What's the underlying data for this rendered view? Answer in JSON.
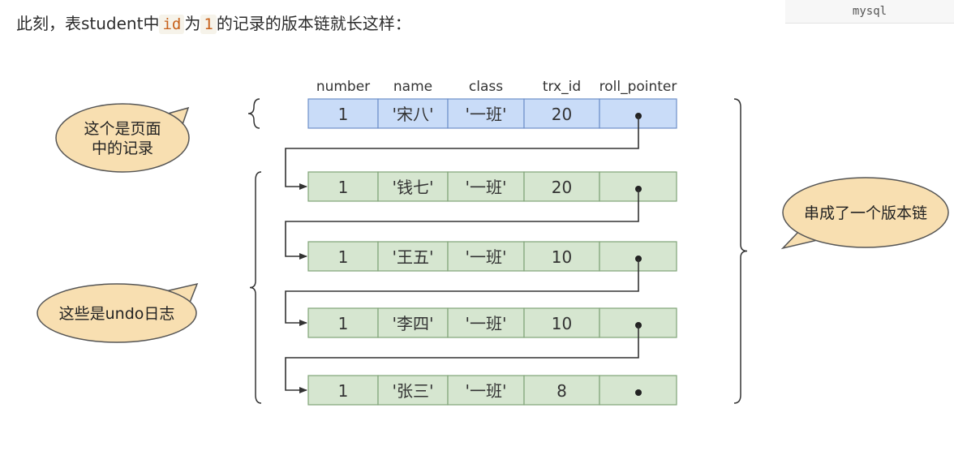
{
  "code_lang": "mysql",
  "heading": {
    "part1": "此刻，表student中",
    "code1": "id",
    "part2": "为",
    "code2": "1",
    "part3": "的记录的版本链就长这样："
  },
  "columns": [
    "number",
    "name",
    "class",
    "trx_id",
    "roll_pointer"
  ],
  "rows": [
    {
      "number": "1",
      "name": "'宋八'",
      "class": "'一班'",
      "trx_id": "20",
      "kind": "page-record"
    },
    {
      "number": "1",
      "name": "'钱七'",
      "class": "'一班'",
      "trx_id": "20",
      "kind": "undo-log"
    },
    {
      "number": "1",
      "name": "'王五'",
      "class": "'一班'",
      "trx_id": "10",
      "kind": "undo-log"
    },
    {
      "number": "1",
      "name": "'李四'",
      "class": "'一班'",
      "trx_id": "10",
      "kind": "undo-log"
    },
    {
      "number": "1",
      "name": "'张三'",
      "class": "'一班'",
      "trx_id": "8",
      "kind": "undo-log"
    }
  ],
  "bubbles": {
    "page_record": [
      "这个是页面",
      "中的记录"
    ],
    "undo_log": [
      "这些是undo日志"
    ],
    "chain": [
      "串成了一个版本链"
    ]
  },
  "colors": {
    "page_record_fill": "#c9dcf8",
    "page_record_stroke": "#6d8fc9",
    "undo_fill": "#d6e6d0",
    "undo_stroke": "#7fa377",
    "bubble_fill": "#f8dfb1",
    "bubble_stroke": "#555555"
  }
}
